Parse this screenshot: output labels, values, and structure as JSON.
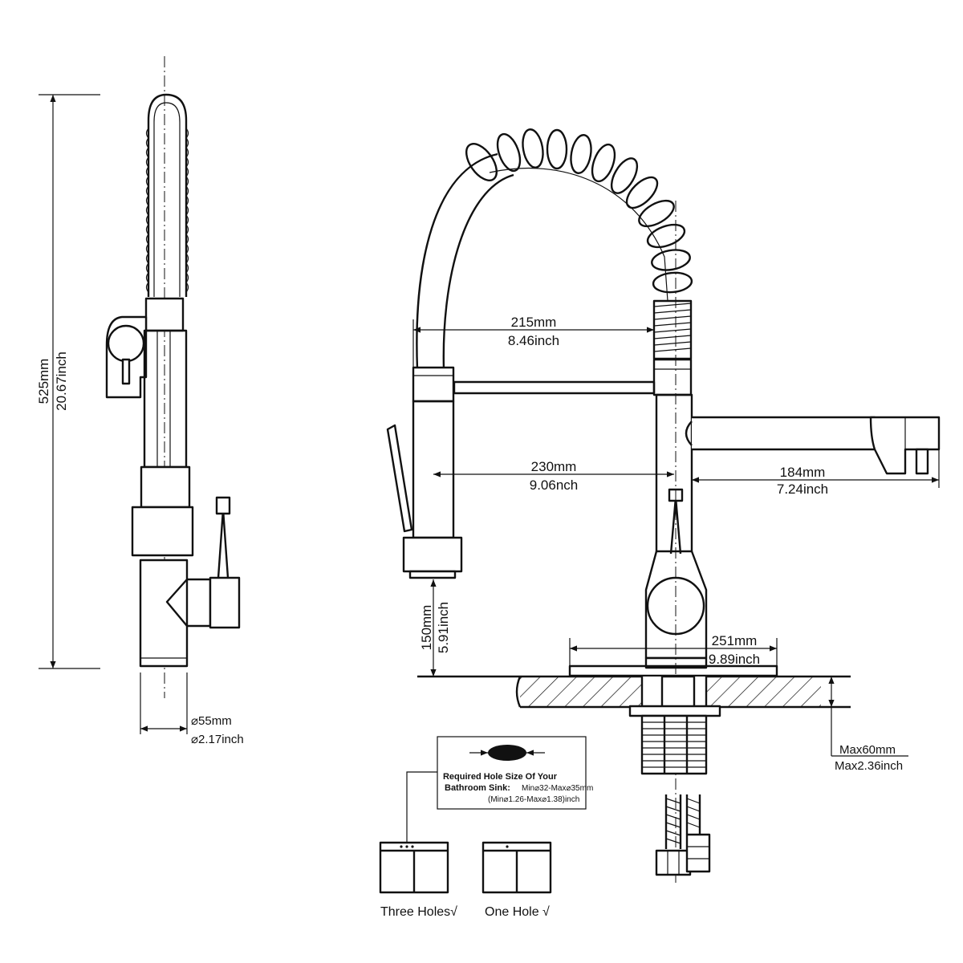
{
  "dimensions": {
    "height_mm": "525mm",
    "height_inch": "20.67inch",
    "base_dia_mm": "⌀55mm",
    "base_dia_inch": "⌀2.17inch",
    "reach_mm": "215mm",
    "reach_inch": "8.46inch",
    "spout_mm": "230mm",
    "spout_inch": "9.06nch",
    "side_mm": "184mm",
    "side_inch": "7.24inch",
    "spray_mm": "150mm",
    "spray_inch": "5.91inch",
    "plate_mm": "251mm",
    "plate_inch": "9.89inch",
    "deck_mm": "Max60mm",
    "deck_inch": "Max2.36inch"
  },
  "hole_note": {
    "line1": "Required Hole Size Of Your",
    "line2_a": "Bathroom Sink:",
    "line2_b": "Min⌀32-Max⌀35mm",
    "line3": "(Min⌀1.26-Max⌀1.38)inch"
  },
  "options": {
    "three_holes": "Three Holes√",
    "one_hole": "One Hole √"
  }
}
